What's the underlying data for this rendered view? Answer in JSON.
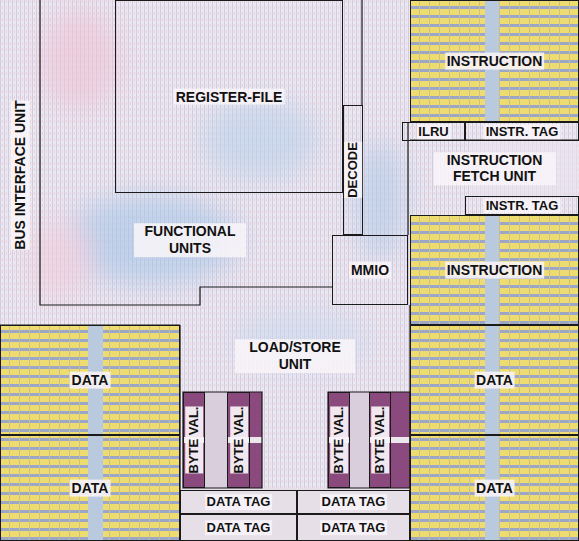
{
  "diagram": {
    "nodes": [
      {
        "text": [
          "BUS INTERFACE UNIT"
        ]
      },
      {
        "text": [
          "REGISTER-FILE"
        ]
      },
      {
        "text": [
          "DECODE"
        ]
      },
      {
        "text": [
          "INSTRUCTION"
        ]
      },
      {
        "text": [
          "ILRU"
        ]
      },
      {
        "text": [
          "INSTR. TAG"
        ]
      },
      {
        "text": [
          "INSTRUCTION FETCH UNIT"
        ]
      },
      {
        "text": [
          "INSTR. TAG"
        ]
      },
      {
        "text": [
          "FUNCTIONAL UNITS"
        ]
      },
      {
        "text": [
          "MMIO"
        ]
      },
      {
        "text": [
          "INSTRUCTION"
        ]
      },
      {
        "text": [
          "LOAD/STORE UNIT"
        ]
      },
      {
        "text": [
          "DATA"
        ]
      },
      {
        "text": [
          "DATA"
        ]
      },
      {
        "text": [
          "BYTE VAL."
        ]
      },
      {
        "text": [
          "BYTE VAL."
        ]
      },
      {
        "text": [
          "BYTE VAL."
        ]
      },
      {
        "text": [
          "BYTE VAL."
        ]
      },
      {
        "text": [
          "DATA"
        ]
      },
      {
        "text": [
          "DATA"
        ]
      },
      {
        "text": [
          "DATA TAG"
        ]
      },
      {
        "text": [
          "DATA TAG"
        ]
      },
      {
        "text": [
          "DATA TAG"
        ]
      },
      {
        "text": [
          "DATA TAG"
        ]
      }
    ]
  }
}
